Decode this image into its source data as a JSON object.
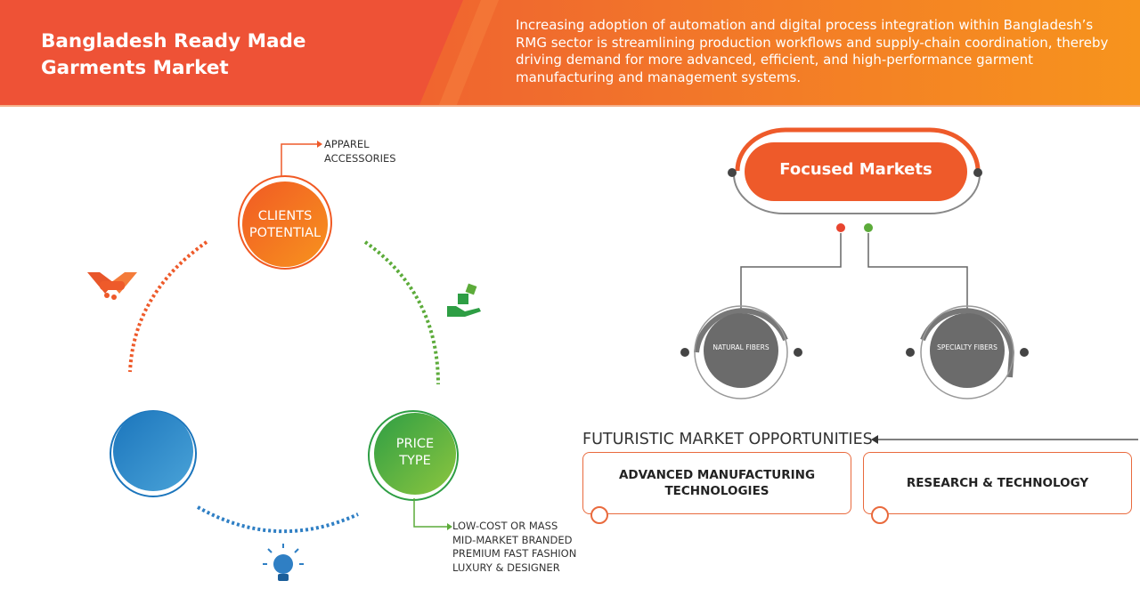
{
  "header": {
    "title": "Bangladesh Ready Made Garments Market",
    "subtitle": "Increasing adoption of automation and digital process integration within Bangladesh’s RMG sector is streamlining production workflows and supply-chain coordination, thereby driving demand for more advanced, efficient, and high-performance garment manufacturing and management systems."
  },
  "cycle": {
    "clients": {
      "label_line1": "CLIENTS",
      "label_line2": "POTENTIAL",
      "notes": [
        "APPAREL",
        "ACCESSORIES"
      ]
    },
    "price": {
      "label_line1": "PRICE",
      "label_line2": "TYPE",
      "notes": [
        "LOW-COST OR MASS",
        "MID-MARKET BRANDED",
        "PREMIUM FAST FASHION",
        "LUXURY & DESIGNER"
      ]
    },
    "icons": [
      "handshake-icon",
      "hand-coins-icon",
      "lightbulb-icon"
    ]
  },
  "focused": {
    "label": "Focused Markets",
    "children": [
      "NATURAL FIBERS",
      "SPECIALTY FIBERS"
    ]
  },
  "opportunities": {
    "title": "FUTURISTIC MARKET OPPORTUNITIES",
    "items": [
      "ADVANCED MANUFACTURING TECHNOLOGIES",
      "RESEARCH & TECHNOLOGY"
    ]
  },
  "colors": {
    "orange": "#ee5a2a",
    "green": "#5cab3a",
    "blue": "#2f7fc4",
    "grey": "#6b6b6b"
  }
}
